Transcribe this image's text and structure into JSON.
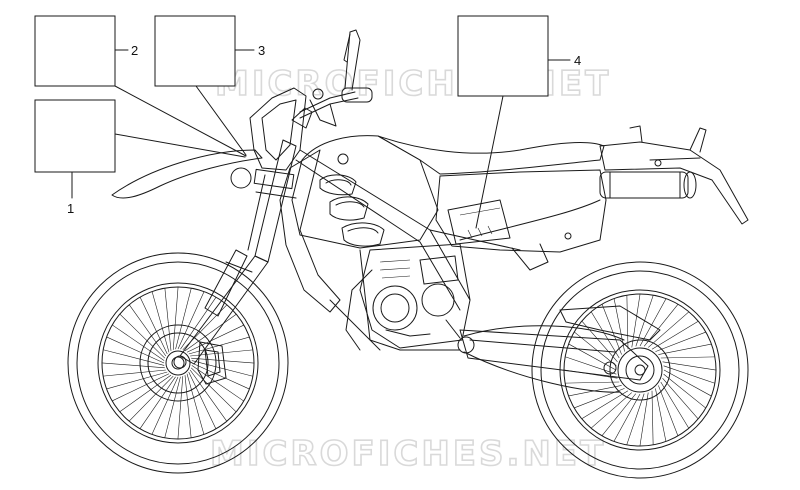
{
  "watermark": {
    "text": "MICROFICHES.NET"
  },
  "callouts": [
    {
      "id": "1",
      "label": "1"
    },
    {
      "id": "2",
      "label": "2"
    },
    {
      "id": "3",
      "label": "3"
    },
    {
      "id": "4",
      "label": "4"
    }
  ],
  "colors": {
    "line": "#1a1a1a",
    "watermark": "#d9d9d9",
    "background": "#ffffff"
  }
}
